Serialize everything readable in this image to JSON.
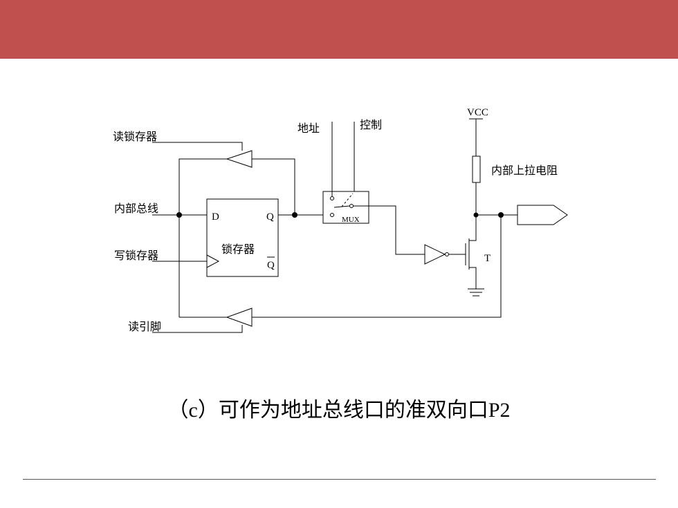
{
  "colors": {
    "banner": "#C0504D",
    "line": "#000000",
    "footer_rule": "#555555"
  },
  "diagram": {
    "labels": {
      "read_latch": "读锁存器",
      "internal_bus": "内部总线",
      "write_latch": "写锁存器",
      "read_pin": "读引脚",
      "address": "地址",
      "control": "控制",
      "vcc": "VCC",
      "pullup": "内部上拉电阻",
      "transistor": "T"
    },
    "latch": {
      "name": "锁存器",
      "d": "D",
      "q": "Q",
      "q_bar": "Q"
    },
    "mux": {
      "name": "MUX"
    }
  },
  "caption": "（c）可作为地址总线口的准双向口P2"
}
